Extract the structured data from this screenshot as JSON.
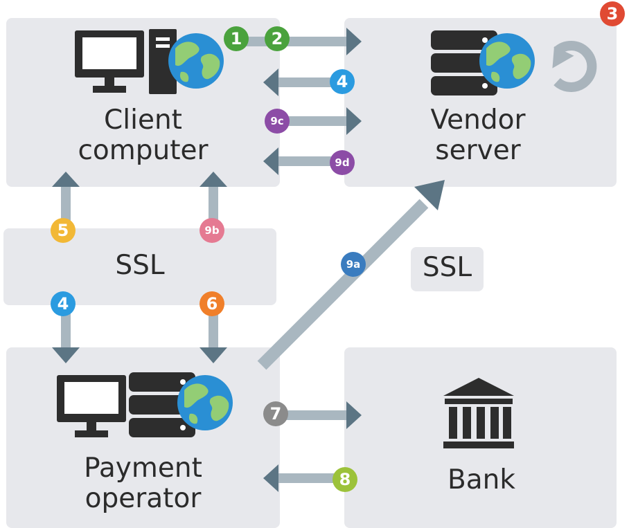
{
  "nodes": {
    "client": {
      "label": "Client\ncomputer"
    },
    "vendor": {
      "label": "Vendor\nserver"
    },
    "ssl_left": {
      "label": "SSL"
    },
    "ssl_right": {
      "label": "SSL"
    },
    "payment": {
      "label": "Payment\noperator"
    },
    "bank": {
      "label": "Bank"
    }
  },
  "steps": {
    "s1": {
      "label": "1",
      "color": "#4aa23d"
    },
    "s2": {
      "label": "2",
      "color": "#4aa23d"
    },
    "s3": {
      "label": "3",
      "color": "#e04a33"
    },
    "s4a": {
      "label": "4",
      "color": "#2b9be0"
    },
    "s4b": {
      "label": "4",
      "color": "#2b9be0"
    },
    "s5": {
      "label": "5",
      "color": "#f2b836"
    },
    "s6": {
      "label": "6",
      "color": "#f07f2a"
    },
    "s7": {
      "label": "7",
      "color": "#8b8b8b"
    },
    "s8": {
      "label": "8",
      "color": "#9cc23a"
    },
    "s9a": {
      "label": "9a",
      "color": "#3a7cbf"
    },
    "s9b": {
      "label": "9b",
      "color": "#e57a92"
    },
    "s9c": {
      "label": "9c",
      "color": "#8c4ca6"
    },
    "s9d": {
      "label": "9d",
      "color": "#8c4ca6"
    }
  },
  "colors": {
    "box": "#e7e8ec",
    "arrow_shaft": "#a9b7c0",
    "arrow_head": "#5c7584",
    "icon_dark": "#2d2d2d",
    "globe": "#2a8fd4",
    "refresh": "#a9b4bc"
  },
  "icons": {
    "client": [
      "monitor-icon",
      "tower-icon",
      "globe-icon"
    ],
    "vendor": [
      "server-icon",
      "globe-icon",
      "refresh-icon"
    ],
    "payment": [
      "monitor-icon",
      "server-icon",
      "globe-icon"
    ],
    "bank": [
      "bank-icon"
    ]
  }
}
